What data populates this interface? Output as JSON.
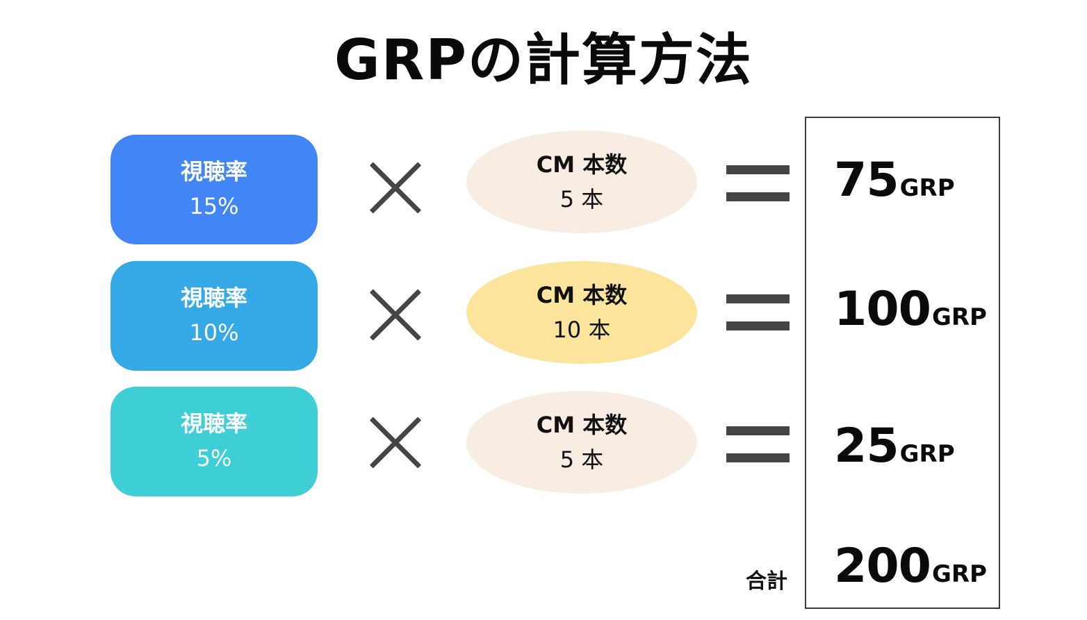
{
  "title": "GRPの計算方法",
  "rows": [
    {
      "rate_label": "視聴率",
      "rate_value": "15%",
      "rate_color": "#4285F4",
      "cm_label": "CM 本数",
      "cm_value": "5 本",
      "cm_color": "#F8EDE3",
      "result_number": "75",
      "result_unit": "GRP"
    },
    {
      "rate_label": "視聴率",
      "rate_value": "10%",
      "rate_color": "#35A8E6",
      "cm_label": "CM 本数",
      "cm_value": "10 本",
      "cm_color": "#FCE49C",
      "result_number": "100",
      "result_unit": "GRP"
    },
    {
      "rate_label": "視聴率",
      "rate_value": "5%",
      "rate_color": "#3ECFD6",
      "cm_label": "CM 本数",
      "cm_value": "5 本",
      "cm_color": "#F8EDE3",
      "result_number": "25",
      "result_unit": "GRP"
    }
  ],
  "total": {
    "label": "合計",
    "number": "200",
    "unit": "GRP"
  },
  "operator_color": "#454545"
}
